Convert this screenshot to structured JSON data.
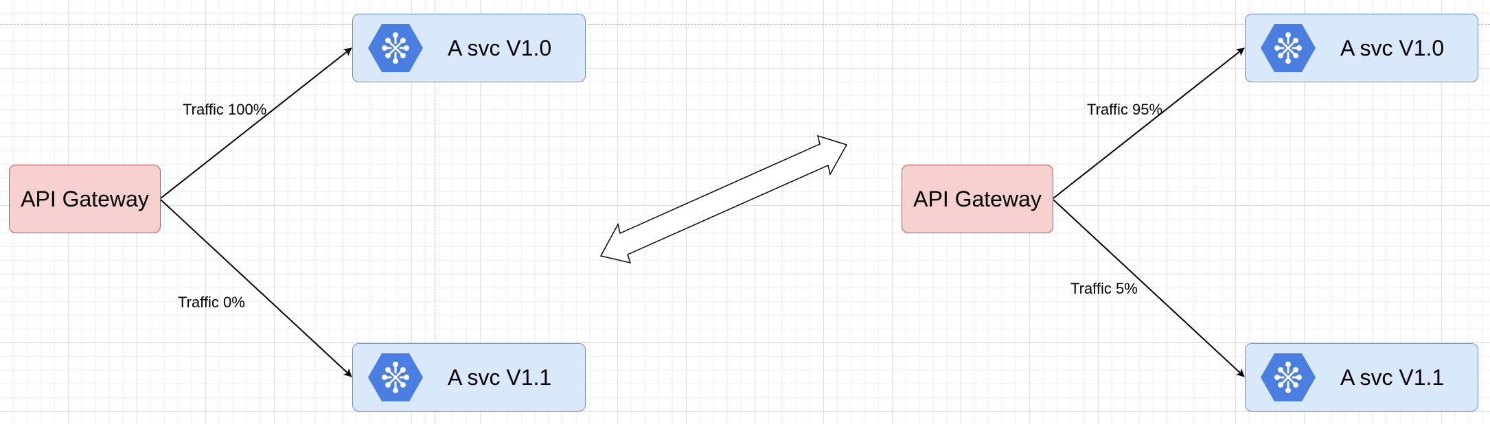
{
  "diagram": {
    "left": {
      "gateway": "API Gateway",
      "service_top": "A svc V1.0",
      "service_bottom": "A svc V1.1",
      "edge_top_label": "Traffic 100%",
      "edge_bottom_label": "Traffic 0%"
    },
    "right": {
      "gateway": "API Gateway",
      "service_top": "A svc V1.0",
      "service_bottom": "A svc V1.1",
      "edge_top_label": "Traffic 95%",
      "edge_bottom_label": "Traffic 5%"
    },
    "colors": {
      "gateway_fill": "#f5d0cf",
      "gateway_stroke": "#b85450",
      "service_fill": "#dae8fc",
      "service_stroke": "#6c8ebf",
      "icon_fill": "#4a7ee0"
    },
    "icons": {
      "service_icon": "hexagon-network-icon",
      "transition_arrow": "double-headed-block-arrow"
    }
  }
}
